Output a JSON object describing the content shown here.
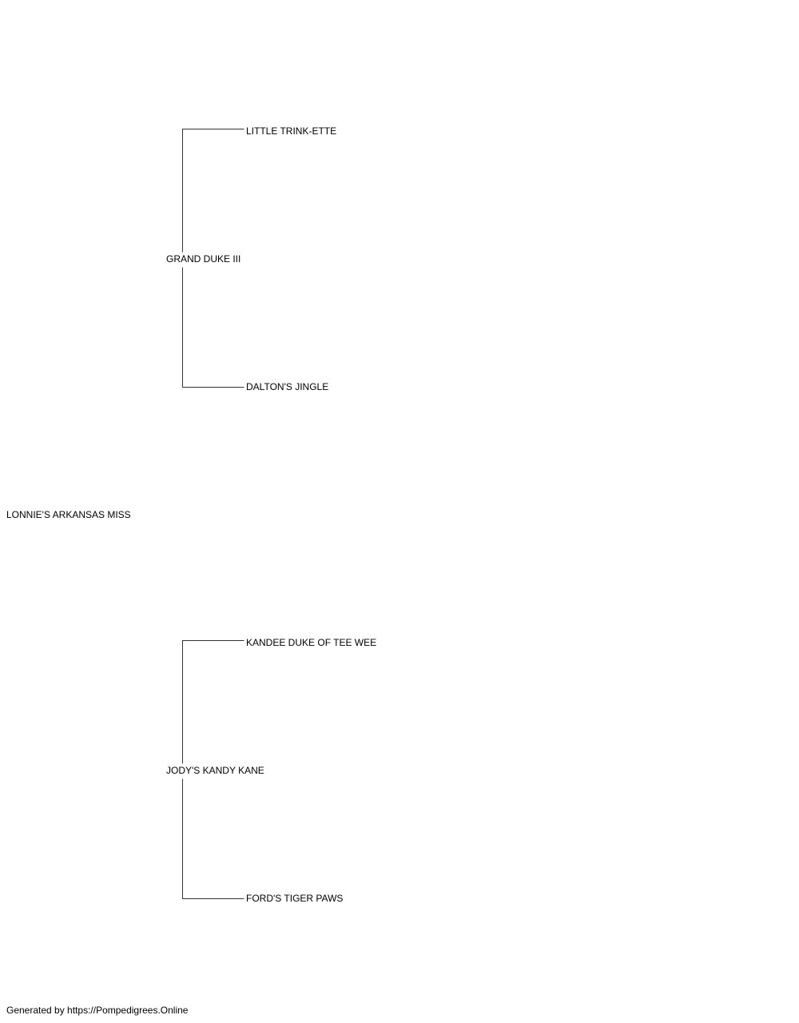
{
  "pedigree": {
    "subject": "LONNIE'S ARKANSAS MISS",
    "sire": {
      "name": "GRAND DUKE III",
      "sire": "LITTLE TRINK-ETTE",
      "dam": "DALTON'S JINGLE"
    },
    "dam": {
      "name": "JODY'S KANDY KANE",
      "sire": "KANDEE DUKE OF TEE WEE",
      "dam": "FORD'S TIGER PAWS"
    }
  },
  "footer": {
    "text": "Generated by https://Pompedigrees.Online"
  },
  "colors": {
    "line": "#333333",
    "text": "#000000",
    "background": "#ffffff"
  }
}
